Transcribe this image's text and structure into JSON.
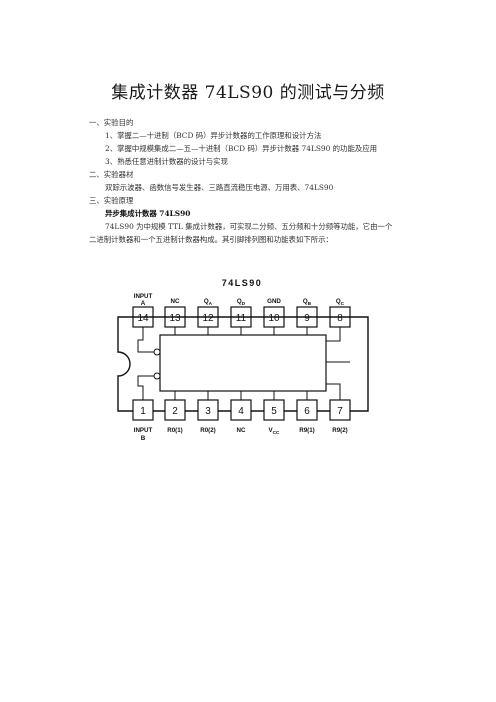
{
  "doc": {
    "title": "集成计数器 74LS90 的测试与分频",
    "sec1_heading": "一、实验目的",
    "sec1_items": [
      "1、掌握二—十进制（BCD 码）异步计数器的工作原理和设计方法",
      "2、掌握中规模集成二—五—十进制（BCD 码）异步计数器 74LS90 的功能及应用",
      "3、熟悉任意进制计数器的设计与实现"
    ],
    "sec2_heading": "二、实验器材",
    "sec2_text": "双踪示波器、函数信号发生器、三路直流稳压电源、万用表、74LS90",
    "sec3_heading": "三、实验原理",
    "sec3_sub": "异步集成计数器 74LS90",
    "para_line1": "74LS90 为中规模 TTL 集成计数器，可实现二分频、五分频和十分频等功能，它由一个",
    "para_line2": "二进制计数器和一个五进制计数器构成。其引脚排列图和功能表如下所示："
  },
  "diagram": {
    "chip_name": "74LS90",
    "top_pins": [
      {
        "num": "14",
        "label": "INPUT",
        "sub_line": "A"
      },
      {
        "num": "13",
        "label": "NC"
      },
      {
        "num": "12",
        "label": "Q",
        "sub": "A"
      },
      {
        "num": "11",
        "label": "Q",
        "sub": "D"
      },
      {
        "num": "10",
        "label": "GND"
      },
      {
        "num": "9",
        "label": "Q",
        "sub": "B"
      },
      {
        "num": "8",
        "label": "Q",
        "sub": "C"
      }
    ],
    "bottom_pins": [
      {
        "num": "1",
        "label": "INPUT",
        "sub_line": "B"
      },
      {
        "num": "2",
        "label": "R0(1)"
      },
      {
        "num": "3",
        "label": "R0(2)"
      },
      {
        "num": "4",
        "label": "NC"
      },
      {
        "num": "5",
        "label": "V",
        "sub": "CC"
      },
      {
        "num": "6",
        "label": "R9(1)"
      },
      {
        "num": "7",
        "label": "R9(2)"
      }
    ]
  }
}
